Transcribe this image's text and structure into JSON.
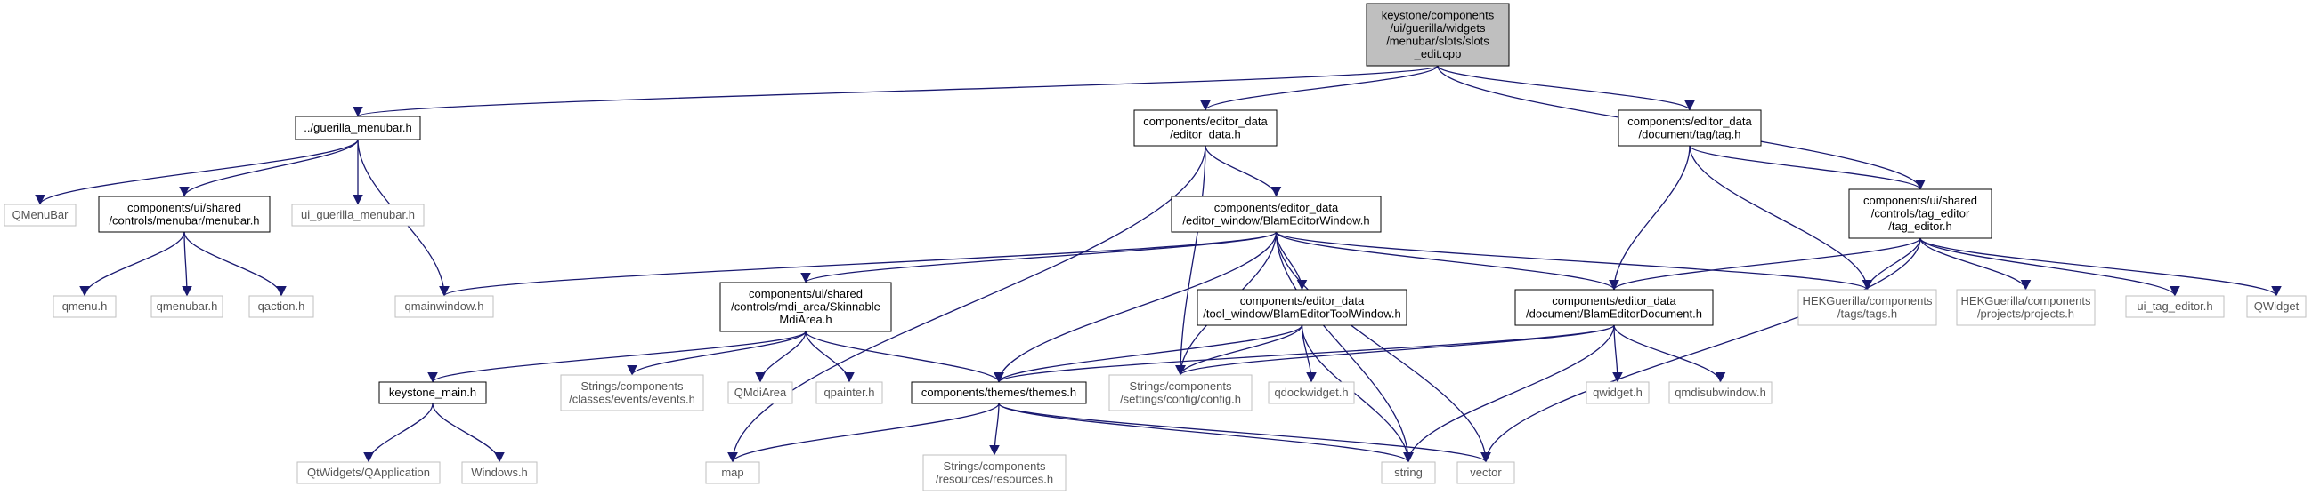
{
  "diagram": {
    "root": {
      "lines": [
        "keystone/components",
        "/ui/guerilla/widgets",
        "/menubar/slots/slots",
        "_edit.cpp"
      ]
    },
    "nodes": {
      "guerilla_menubar_h": {
        "lines": [
          "../guerilla_menubar.h"
        ]
      },
      "editor_data_h": {
        "lines": [
          "components/editor_data",
          "/editor_data.h"
        ]
      },
      "tag_h": {
        "lines": [
          "components/editor_data",
          "/document/tag/tag.h"
        ]
      },
      "tag_editor_h": {
        "lines": [
          "components/ui/shared",
          "/controls/tag_editor",
          "/tag_editor.h"
        ]
      },
      "qmenubar_cls": {
        "lines": [
          "QMenuBar"
        ]
      },
      "menubar_h": {
        "lines": [
          "components/ui/shared",
          "/controls/menubar/menubar.h"
        ]
      },
      "ui_guerilla_menubar_h": {
        "lines": [
          "ui_guerilla_menubar.h"
        ]
      },
      "qmainwindow_h": {
        "lines": [
          "qmainwindow.h"
        ]
      },
      "blam_editor_window_h": {
        "lines": [
          "components/editor_data",
          "/editor_window/BlamEditorWindow.h"
        ]
      },
      "qmenu_h": {
        "lines": [
          "qmenu.h"
        ]
      },
      "qmenubar_h": {
        "lines": [
          "qmenubar.h"
        ]
      },
      "qaction_h": {
        "lines": [
          "qaction.h"
        ]
      },
      "skinnable_mdi_area_h": {
        "lines": [
          "components/ui/shared",
          "/controls/mdi_area/Skinnable",
          "MdiArea.h"
        ]
      },
      "blam_editor_tool_window_h": {
        "lines": [
          "components/editor_data",
          "/tool_window/BlamEditorToolWindow.h"
        ]
      },
      "blam_editor_document_h": {
        "lines": [
          "components/editor_data",
          "/document/BlamEditorDocument.h"
        ]
      },
      "hek_tags_h": {
        "lines": [
          "HEKGuerilla/components",
          "/tags/tags.h"
        ]
      },
      "hek_projects_h": {
        "lines": [
          "HEKGuerilla/components",
          "/projects/projects.h"
        ]
      },
      "ui_tag_editor_h": {
        "lines": [
          "ui_tag_editor.h"
        ]
      },
      "qwidget_cls": {
        "lines": [
          "QWidget"
        ]
      },
      "keystone_main_h": {
        "lines": [
          "keystone_main.h"
        ]
      },
      "events_h": {
        "lines": [
          "Strings/components",
          "/classes/events/events.h"
        ]
      },
      "qmdiarea": {
        "lines": [
          "QMdiArea"
        ]
      },
      "qpainter_h": {
        "lines": [
          "qpainter.h"
        ]
      },
      "themes_h": {
        "lines": [
          "components/themes/themes.h"
        ]
      },
      "config_h": {
        "lines": [
          "Strings/components",
          "/settings/config/config.h"
        ]
      },
      "qdockwidget_h": {
        "lines": [
          "qdockwidget.h"
        ]
      },
      "qwidget_h": {
        "lines": [
          "qwidget.h"
        ]
      },
      "qmdisubwindow_h": {
        "lines": [
          "qmdisubwindow.h"
        ]
      },
      "qapplication": {
        "lines": [
          "QtWidgets/QApplication"
        ]
      },
      "windows_h": {
        "lines": [
          "Windows.h"
        ]
      },
      "map": {
        "lines": [
          "map"
        ]
      },
      "resources_h": {
        "lines": [
          "Strings/components",
          "/resources/resources.h"
        ]
      },
      "string": {
        "lines": [
          "string"
        ]
      },
      "vector": {
        "lines": [
          "vector"
        ]
      }
    },
    "edges": [
      [
        "root",
        "guerilla_menubar_h"
      ],
      [
        "root",
        "editor_data_h"
      ],
      [
        "root",
        "tag_h"
      ],
      [
        "root",
        "tag_editor_h"
      ],
      [
        "guerilla_menubar_h",
        "qmenubar_cls"
      ],
      [
        "guerilla_menubar_h",
        "menubar_h"
      ],
      [
        "guerilla_menubar_h",
        "ui_guerilla_menubar_h"
      ],
      [
        "guerilla_menubar_h",
        "qmainwindow_h"
      ],
      [
        "menubar_h",
        "qmenu_h"
      ],
      [
        "menubar_h",
        "qmenubar_h"
      ],
      [
        "menubar_h",
        "qaction_h"
      ],
      [
        "editor_data_h",
        "blam_editor_window_h"
      ],
      [
        "editor_data_h",
        "map"
      ],
      [
        "editor_data_h",
        "config_h"
      ],
      [
        "blam_editor_window_h",
        "qmainwindow_h"
      ],
      [
        "blam_editor_window_h",
        "skinnable_mdi_area_h"
      ],
      [
        "blam_editor_window_h",
        "themes_h"
      ],
      [
        "blam_editor_window_h",
        "config_h"
      ],
      [
        "blam_editor_window_h",
        "blam_editor_tool_window_h"
      ],
      [
        "blam_editor_window_h",
        "blam_editor_document_h"
      ],
      [
        "blam_editor_window_h",
        "hek_tags_h"
      ],
      [
        "blam_editor_window_h",
        "string"
      ],
      [
        "blam_editor_window_h",
        "vector"
      ],
      [
        "tag_h",
        "blam_editor_document_h"
      ],
      [
        "tag_h",
        "hek_tags_h"
      ],
      [
        "tag_h",
        "tag_editor_h"
      ],
      [
        "tag_editor_h",
        "blam_editor_document_h"
      ],
      [
        "tag_editor_h",
        "hek_tags_h"
      ],
      [
        "tag_editor_h",
        "hek_projects_h"
      ],
      [
        "tag_editor_h",
        "ui_tag_editor_h"
      ],
      [
        "tag_editor_h",
        "qwidget_cls"
      ],
      [
        "tag_editor_h",
        "vector"
      ],
      [
        "skinnable_mdi_area_h",
        "keystone_main_h"
      ],
      [
        "skinnable_mdi_area_h",
        "events_h"
      ],
      [
        "skinnable_mdi_area_h",
        "qmdiarea"
      ],
      [
        "skinnable_mdi_area_h",
        "qpainter_h"
      ],
      [
        "skinnable_mdi_area_h",
        "themes_h"
      ],
      [
        "keystone_main_h",
        "qapplication"
      ],
      [
        "keystone_main_h",
        "windows_h"
      ],
      [
        "blam_editor_tool_window_h",
        "themes_h"
      ],
      [
        "blam_editor_tool_window_h",
        "config_h"
      ],
      [
        "blam_editor_tool_window_h",
        "qdockwidget_h"
      ],
      [
        "blam_editor_tool_window_h",
        "string"
      ],
      [
        "blam_editor_document_h",
        "themes_h"
      ],
      [
        "blam_editor_document_h",
        "config_h"
      ],
      [
        "blam_editor_document_h",
        "qwidget_h"
      ],
      [
        "blam_editor_document_h",
        "qmdisubwindow_h"
      ],
      [
        "blam_editor_document_h",
        "string"
      ],
      [
        "themes_h",
        "map"
      ],
      [
        "themes_h",
        "resources_h"
      ],
      [
        "themes_h",
        "string"
      ],
      [
        "themes_h",
        "vector"
      ]
    ]
  },
  "colors": {
    "edge": "#191970",
    "root_fill": "#bfbfbf",
    "box_border": "#000000",
    "leaf_border": "#bfbfbf",
    "leaf_text": "#555555"
  }
}
